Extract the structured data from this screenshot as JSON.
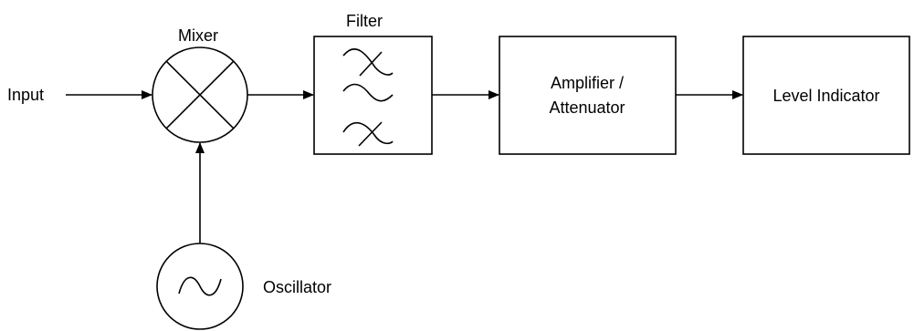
{
  "diagram": {
    "input_label": "Input",
    "mixer_label": "Mixer",
    "filter_label": "Filter",
    "amplifier_line1": "Amplifier /",
    "amplifier_line2": "Attenuator",
    "level_indicator_label": "Level Indicator",
    "oscillator_label": "Oscillator"
  }
}
